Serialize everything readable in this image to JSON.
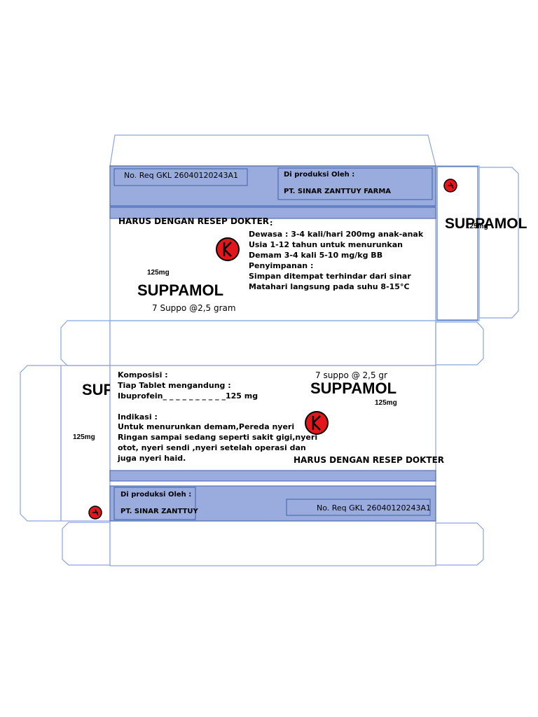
{
  "top_panel": {
    "reg_no": "No. Req GKL 26040120243A1",
    "produced_by_label": "Di produksi Oleh :",
    "manufacturer": "PT. SINAR ZANTTUY FARMA"
  },
  "front_panel": {
    "warning": "HARUS DENGAN RESEP DOKTER",
    "dosage": "125mg",
    "brand": "SUPPAMOL",
    "content": "7 Suppo @2,5 gram",
    "colon": ":",
    "usage_lines": [
      "Dewasa : 3-4 kali/hari 200mg anak-anak",
      "Usia 1-12 tahun untuk menurunkan",
      "Demam 3-4 kali 5-10 mg/kg BB"
    ],
    "storage_label": "Penyimpanan :",
    "storage_lines": [
      "Simpan ditempat terhindar dari sinar",
      "Matahari langsung pada suhu 8-15°C"
    ]
  },
  "right_side": {
    "brand": "SUPPAMOL",
    "dosage": "125mg"
  },
  "left_side": {
    "brand": "SUPPAMOL",
    "dosage": "125mg"
  },
  "back_panel": {
    "composition_label": "Komposisi :",
    "composition_line1": "Tiap Tablet mengandung :",
    "composition_line2": "Ibuprofein_ _ _ _ _ _ _ _ _ _125 mg",
    "indication_label": "Indikasi :",
    "indication_lines": [
      "Untuk menurunkan demam,Pereda nyeri",
      "Ringan sampai sedang seperti sakit gigi,nyeri",
      "otot, nyeri sendi ,nyeri setelah operasi dan",
      "juga nyeri haid."
    ],
    "content": "7 suppo @ 2,5 gr",
    "brand": "SUPPAMOL",
    "dosage": "125mg",
    "warning": "HARUS DENGAN RESEP DOKTER"
  },
  "bottom_panel": {
    "produced_by_label": "Di produksi Oleh :",
    "manufacturer": "PT. SINAR ZANTTUY",
    "reg_no": "No. Req GKL 26040120243A1"
  },
  "colors": {
    "outline": "#8aa3e0",
    "band": "#99acdd",
    "logo_red": "#e3161b"
  },
  "icons": [
    "k-logo-icon"
  ]
}
